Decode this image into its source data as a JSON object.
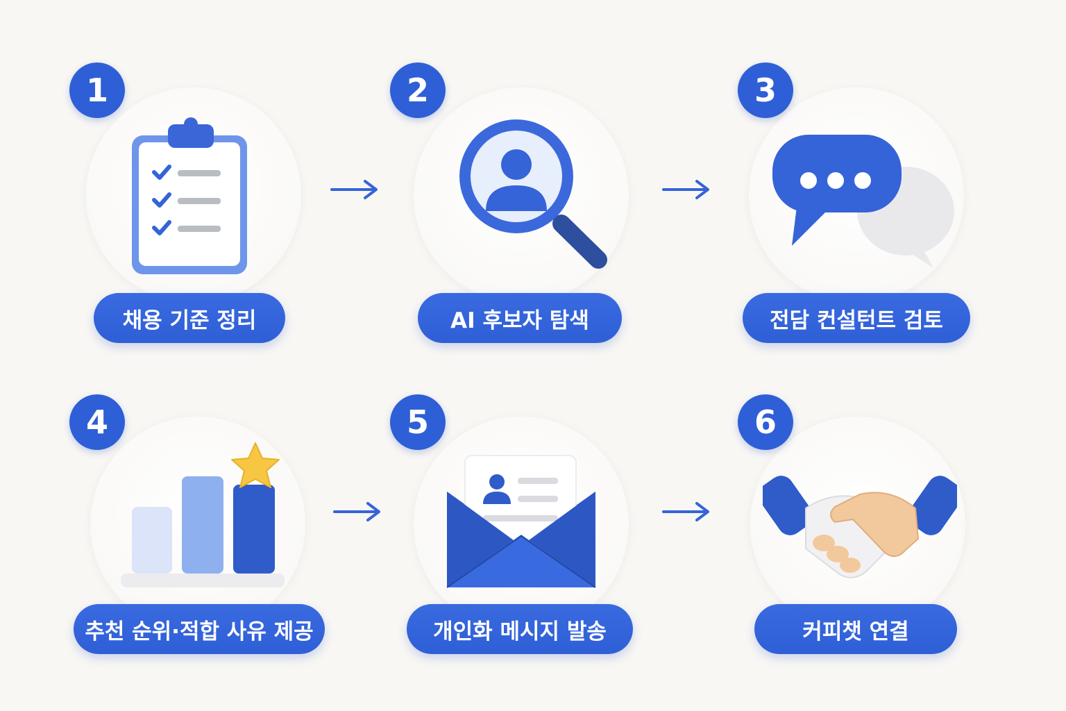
{
  "steps": [
    {
      "number": "1",
      "label": "채용 기준 정리",
      "icon": "clipboard-checklist-icon"
    },
    {
      "number": "2",
      "label": "AI 후보자 탐색",
      "icon": "magnifier-person-icon"
    },
    {
      "number": "3",
      "label": "전담 컨설턴트 검토",
      "icon": "chat-bubbles-icon"
    },
    {
      "number": "4",
      "label": "추천 순위·적합 사유 제공",
      "icon": "bar-chart-star-icon"
    },
    {
      "number": "5",
      "label": "개인화 메시지 발송",
      "icon": "envelope-profile-icon"
    },
    {
      "number": "6",
      "label": "커피챗 연결",
      "icon": "handshake-icon"
    }
  ],
  "colors": {
    "accent": "#2f5fd6",
    "background": "#f8f7f4"
  }
}
